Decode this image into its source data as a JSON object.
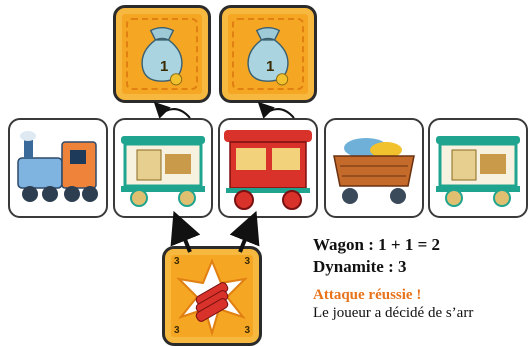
{
  "loot_cards": [
    {
      "value": "1",
      "icon": "money-bag-icon"
    },
    {
      "value": "1",
      "icon": "money-bag-icon"
    }
  ],
  "train": [
    {
      "icon": "locomotive-icon"
    },
    {
      "icon": "wagon-green-icon"
    },
    {
      "icon": "wagon-red-icon"
    },
    {
      "icon": "wagon-cargo-icon"
    },
    {
      "icon": "wagon-green-icon"
    }
  ],
  "dynamite_card": {
    "value": "3",
    "icon": "dynamite-icon"
  },
  "result": {
    "wagon_line": "Wagon : 1 + 1  = 2",
    "dynamite_line": "Dynamite : 3",
    "success": "Attaque réussie !",
    "description": "Le joueur a décidé de s’arr"
  },
  "colors": {
    "card_orange": "#f5a623",
    "success_text": "#e8731a",
    "wagon_green": "#1fa58f",
    "wagon_red": "#d8322a"
  }
}
